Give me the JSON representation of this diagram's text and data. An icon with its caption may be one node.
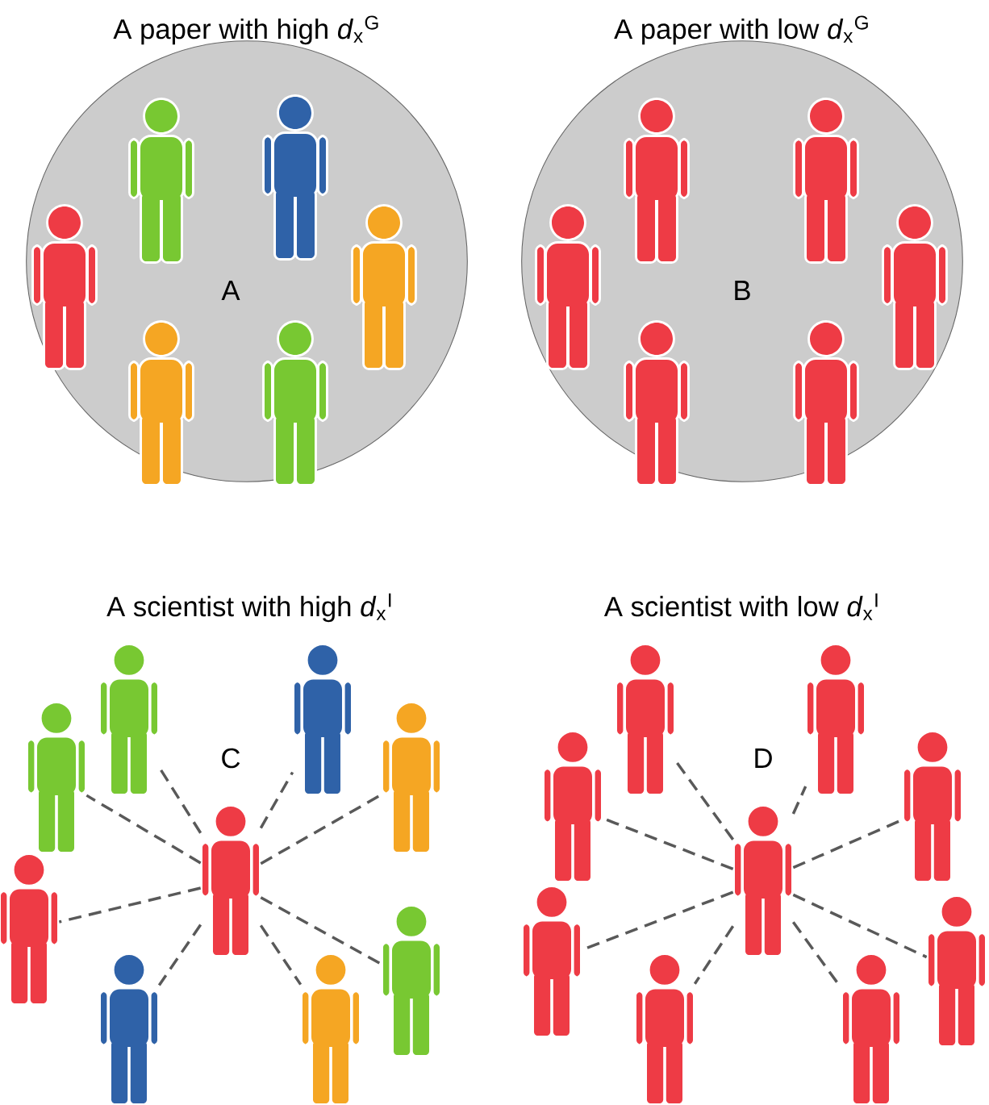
{
  "diagram": {
    "nodes": [
      {
        "text": [
          "A paper with high *d*$_{x}$$^{G}$",
          "A"
        ]
      },
      {
        "text": [],
        "shape": "person",
        "in": 0
      },
      {
        "text": [],
        "shape": "person",
        "in": 0
      },
      {
        "text": [],
        "shape": "person",
        "in": 0
      },
      {
        "text": [],
        "shape": "person",
        "in": 0
      },
      {
        "text": [],
        "shape": "person",
        "in": 0
      },
      {
        "text": [],
        "shape": "person",
        "in": 0
      },
      {
        "text": [
          "A paper with low *d*$_{x}$$^{G}$",
          "B"
        ]
      },
      {
        "text": [],
        "shape": "person",
        "in": 7
      },
      {
        "text": [],
        "shape": "person",
        "in": 7
      },
      {
        "text": [],
        "shape": "person",
        "in": 7
      },
      {
        "text": [],
        "shape": "person",
        "in": 7
      },
      {
        "text": [],
        "shape": "person",
        "in": 7
      },
      {
        "text": [],
        "shape": "person",
        "in": 7
      },
      {
        "text": [],
        "shape": "person"
      },
      {
        "text": [],
        "shape": "person"
      },
      {
        "text": [],
        "shape": "person"
      },
      {
        "text": [],
        "shape": "person"
      },
      {
        "text": [],
        "shape": "person"
      },
      {
        "text": [],
        "shape": "person"
      },
      {
        "text": [],
        "shape": "person"
      },
      {
        "text": [],
        "shape": "person"
      },
      {
        "text": [],
        "shape": "person"
      },
      {
        "text": [],
        "shape": "person"
      },
      {
        "text": [],
        "shape": "person"
      },
      {
        "text": [],
        "shape": "person"
      },
      {
        "text": [],
        "shape": "person"
      },
      {
        "text": [],
        "shape": "person"
      },
      {
        "text": [],
        "shape": "person"
      },
      {
        "text": [],
        "shape": "person"
      },
      {
        "text": [],
        "shape": "person"
      },
      {
        "text": [],
        "shape": "person"
      }
    ],
    "edges": [
      {
        "from": 14,
        "to": 15,
        "arrow": "none",
        "style": "dashed"
      },
      {
        "from": 14,
        "to": 16,
        "arrow": "none",
        "style": "dashed"
      },
      {
        "from": 14,
        "to": 17,
        "arrow": "none",
        "style": "dashed"
      },
      {
        "from": 14,
        "to": 18,
        "arrow": "none",
        "style": "dashed"
      },
      {
        "from": 14,
        "to": 19,
        "arrow": "none",
        "style": "dashed"
      },
      {
        "from": 14,
        "to": 20,
        "arrow": "none",
        "style": "dashed"
      },
      {
        "from": 14,
        "to": 21,
        "arrow": "none",
        "style": "dashed"
      },
      {
        "from": 14,
        "to": 22,
        "arrow": "none",
        "style": "dashed"
      },
      {
        "from": 23,
        "to": 24,
        "arrow": "none",
        "style": "dashed"
      },
      {
        "from": 23,
        "to": 25,
        "arrow": "none",
        "style": "dashed"
      },
      {
        "from": 23,
        "to": 26,
        "arrow": "none",
        "style": "dashed"
      },
      {
        "from": 23,
        "to": 27,
        "arrow": "none",
        "style": "dashed"
      },
      {
        "from": 23,
        "to": 28,
        "arrow": "none",
        "style": "dashed"
      },
      {
        "from": 23,
        "to": 29,
        "arrow": "none",
        "style": "dashed"
      },
      {
        "from": 23,
        "to": 30,
        "arrow": "none",
        "style": "dashed"
      },
      {
        "from": 23,
        "to": 31,
        "arrow": "none",
        "style": "dashed"
      }
    ],
    "labels": [
      "A scientist with high *d*$_{x}$$^{I}$",
      "C",
      "A scientist with low *d*$_{x}$$^{I}$",
      "D"
    ]
  }
}
